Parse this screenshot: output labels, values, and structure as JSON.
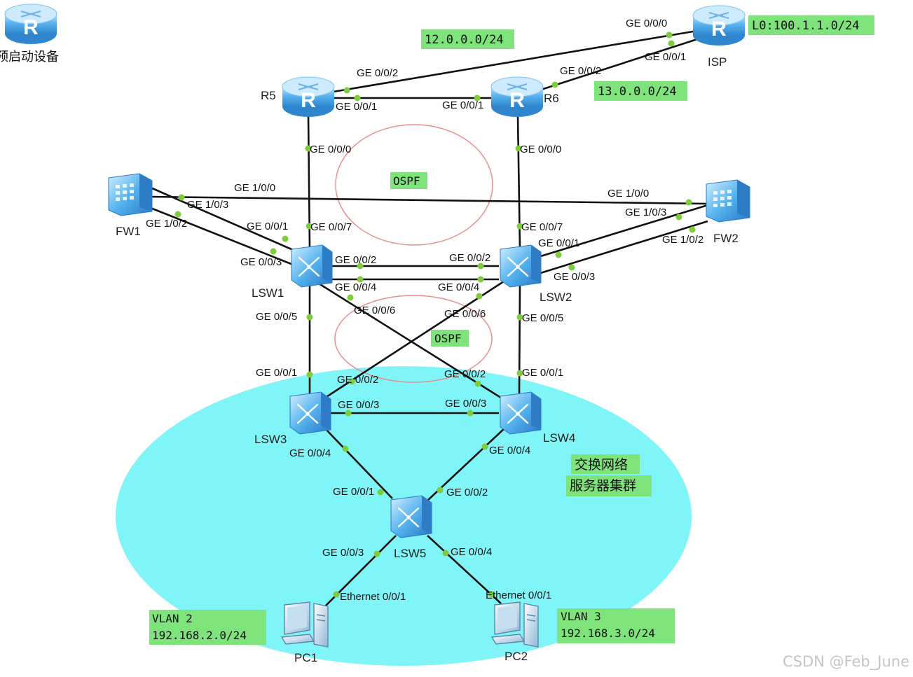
{
  "devices": {
    "legend_router": "预启动设备",
    "isp": "ISP",
    "r5": "R5",
    "r6": "R6",
    "fw1": "FW1",
    "fw2": "FW2",
    "lsw1": "LSW1",
    "lsw2": "LSW2",
    "lsw3": "LSW3",
    "lsw4": "LSW4",
    "lsw5": "LSW5",
    "pc1": "PC1",
    "pc2": "PC2"
  },
  "ports": {
    "isp_g000": "GE 0/0/0",
    "isp_g001": "GE 0/0/1",
    "r5_g002": "GE 0/0/2",
    "r5_g001": "GE 0/0/1",
    "r5_g000": "GE 0/0/0",
    "r6_g001": "GE 0/0/1",
    "r6_g002": "GE 0/0/2",
    "r6_g000": "GE 0/0/0",
    "fw1_g100": "GE 1/0/0",
    "fw1_g103": "GE 1/0/3",
    "fw1_g102": "GE 1/0/2",
    "fw2_g100": "GE 1/0/0",
    "fw2_g103": "GE 1/0/3",
    "fw2_g102": "GE 1/0/2",
    "lsw1_g001": "GE 0/0/1",
    "lsw1_g007": "GE 0/0/7",
    "lsw1_g003": "GE 0/0/3",
    "lsw1_g002": "GE 0/0/2",
    "lsw1_g004": "GE 0/0/4",
    "lsw1_g006": "GE 0/0/6",
    "lsw1_g005": "GE 0/0/5",
    "lsw2_g007": "GE 0/0/7",
    "lsw2_g001": "GE 0/0/1",
    "lsw2_g002": "GE 0/0/2",
    "lsw2_g003": "GE 0/0/3",
    "lsw2_g004": "GE 0/0/4",
    "lsw2_g006": "GE 0/0/6",
    "lsw2_g005": "GE 0/0/5",
    "lsw3_g001": "GE 0/0/1",
    "lsw3_g002": "GE 0/0/2",
    "lsw3_g003": "GE 0/0/3",
    "lsw3_g004": "GE 0/0/4",
    "lsw4_g001": "GE 0/0/1",
    "lsw4_g002": "GE 0/0/2",
    "lsw4_g003": "GE 0/0/3",
    "lsw4_g004": "GE 0/0/4",
    "lsw5_g001": "GE 0/0/1",
    "lsw5_g002": "GE 0/0/2",
    "lsw5_g003": "GE 0/0/3",
    "lsw5_g004": "GE 0/0/4",
    "pc1_eth": "Ethernet 0/0/1",
    "pc2_eth": "Ethernet 0/0/1"
  },
  "notes": {
    "net_12": "12.0.0.0/24",
    "net_13": "13.0.0.0/24",
    "loopback": "L0:100.1.1.0/24",
    "ospf_top": "OSPF",
    "ospf_bottom": "OSPF",
    "switch_cluster_line1": "交换网络",
    "switch_cluster_line2": "服务器集群",
    "vlan2_line1": "VLAN 2",
    "vlan2_line2": "192.168.2.0/24",
    "vlan3_line1": "VLAN 3",
    "vlan3_line2": "192.168.3.0/24"
  },
  "watermark": "CSDN @Feb_June",
  "colors": {
    "cluster_fill": "#80f5f8",
    "note_fill": "#7ee37b",
    "port_dot": "#7ecb3b",
    "ospf_ring": "#e88f8f",
    "router_body": "#4aa6e6",
    "switch_body": "#4aa6e6"
  },
  "icons": {
    "router": "router-icon",
    "switch": "switch-icon",
    "firewall": "firewall-icon",
    "pc": "pc-icon"
  }
}
